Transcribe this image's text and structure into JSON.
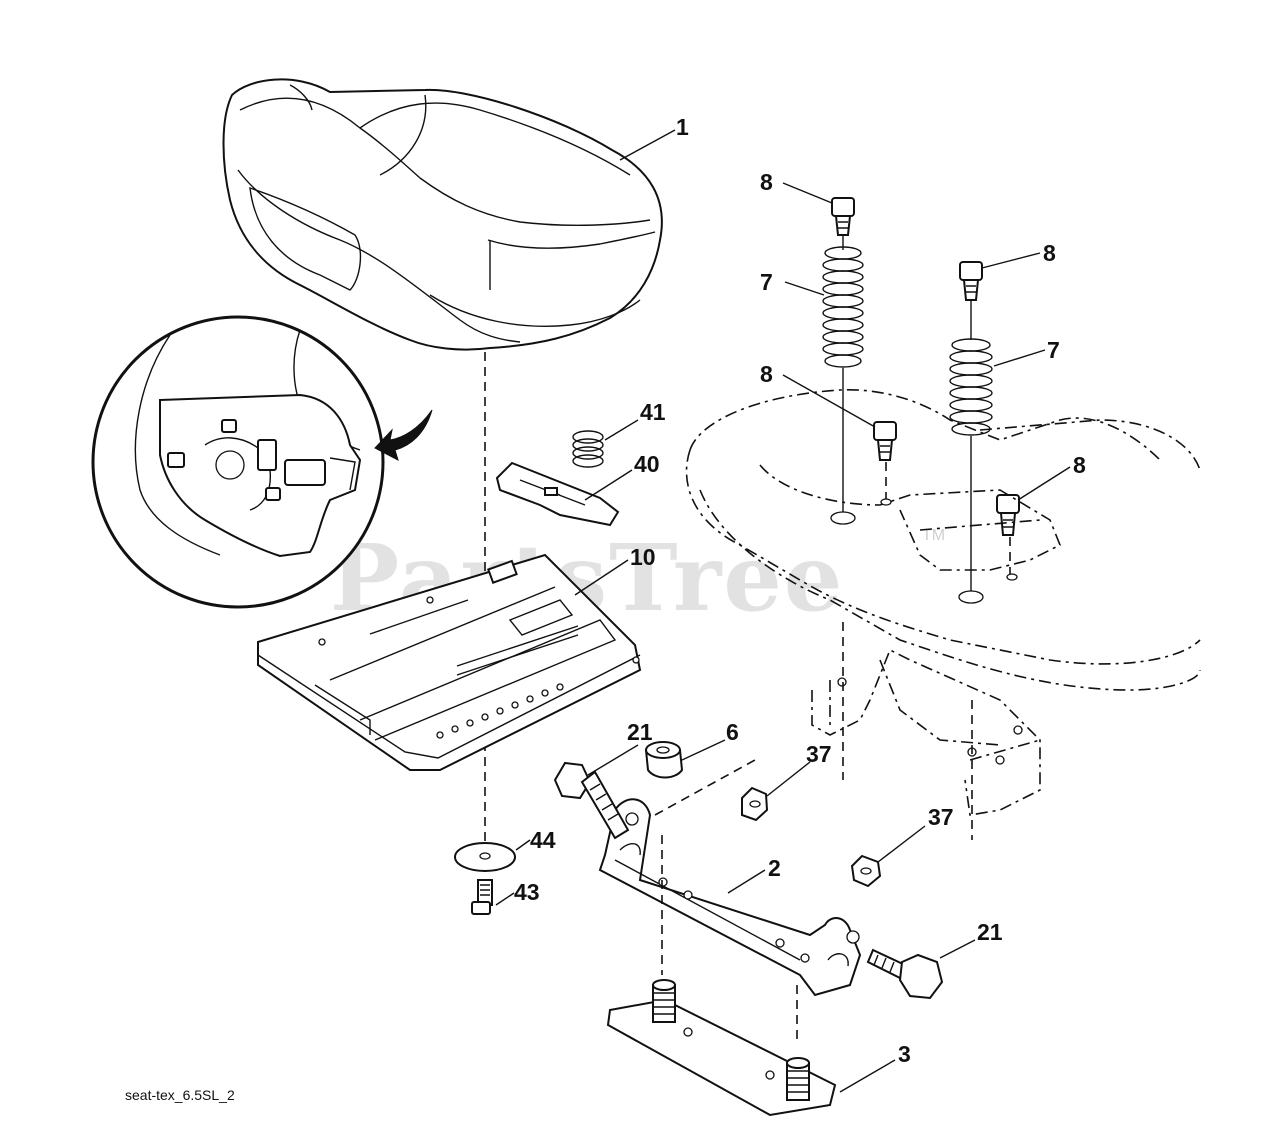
{
  "diagram": {
    "watermark": "PartsTree",
    "trademark": "TM",
    "caption": "seat-tex_6.5SL_2",
    "callouts": {
      "seat": "1",
      "seat_pan": "10",
      "spring_41": "41",
      "plate_40": "40",
      "spring_7_left": "7",
      "spring_7_right": "7",
      "bolt_8_top_left": "8",
      "bolt_8_top_right": "8",
      "bolt_8_mid_left": "8",
      "bolt_8_mid_right": "8",
      "bolt_21_left": "21",
      "nut_6": "6",
      "nut_37_upper": "37",
      "nut_37_lower": "37",
      "bracket_2": "2",
      "bolt_21_right": "21",
      "washer_44": "44",
      "bolt_43": "43",
      "plate_3": "3"
    }
  }
}
